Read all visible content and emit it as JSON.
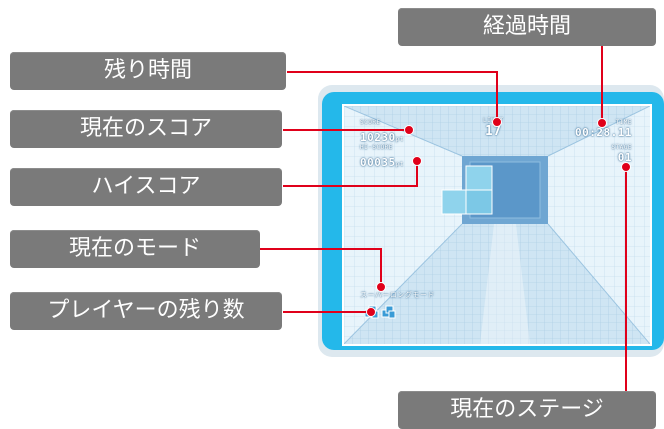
{
  "callouts": {
    "remaining_time": "残り時間",
    "current_score": "現在のスコア",
    "high_score": "ハイスコア",
    "current_mode": "現在のモード",
    "player_lives": "プレイヤーの残り数",
    "elapsed_time": "経過時間",
    "current_stage": "現在のステージ"
  },
  "hud": {
    "score_label": "SCORE",
    "score_value": "10230",
    "score_unit": "pt",
    "hiscore_label": "HI-SCORE",
    "hiscore_value": "00035",
    "hiscore_unit": "pt",
    "limit_label": "LIMIT",
    "limit_value": "17",
    "time_label": "TIME",
    "time_value": "00:28.11",
    "stage_label": "STAGE",
    "stage_value": "01",
    "mode_text": "スーパーロングモード"
  },
  "colors": {
    "callout_bg": "#7a7a7a",
    "connector": "#e0001a",
    "frame_accent": "#24b8ea"
  }
}
